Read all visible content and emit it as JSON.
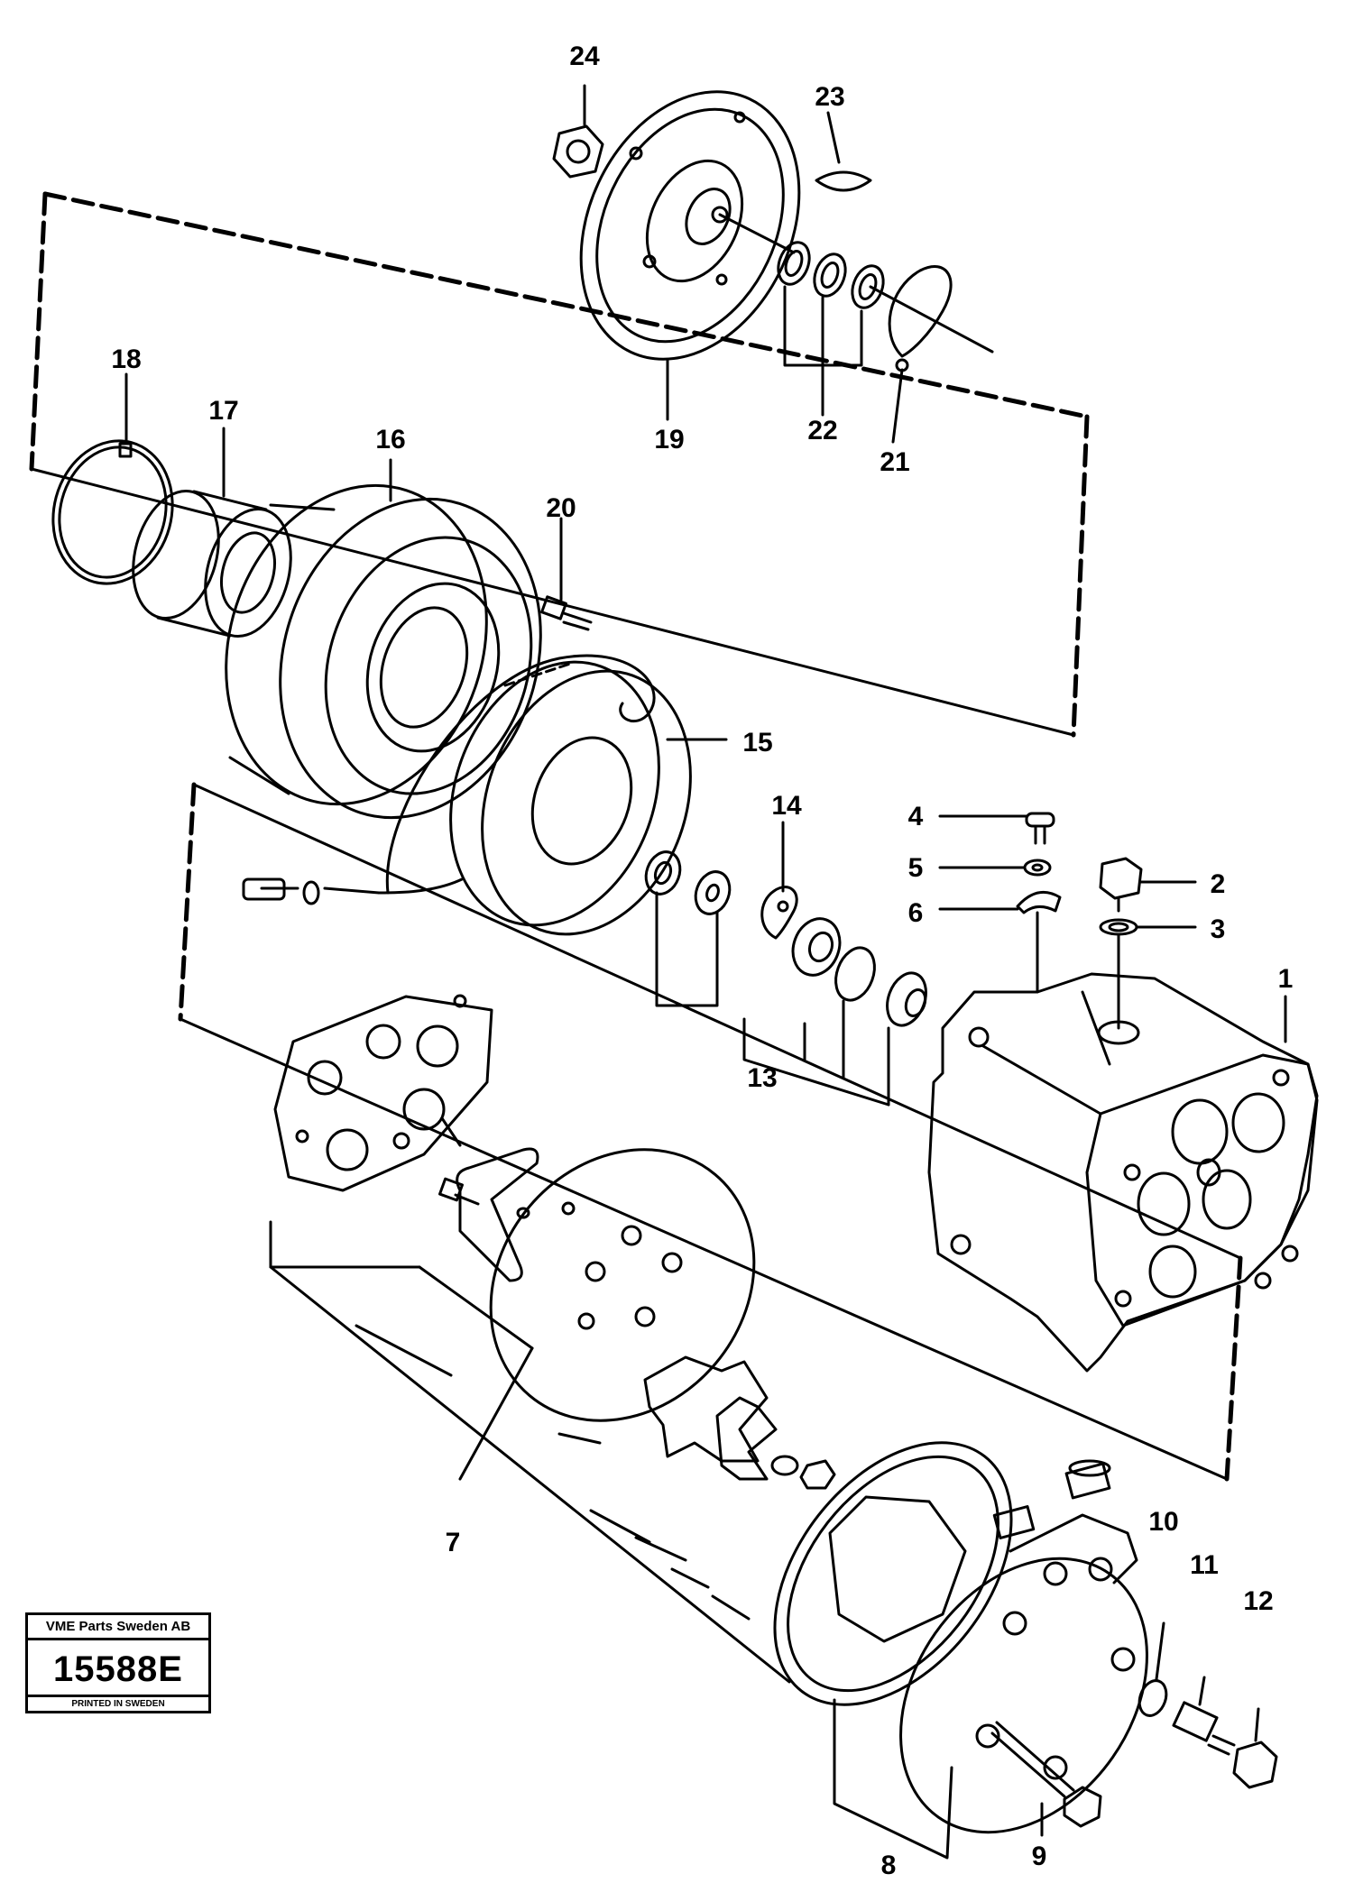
{
  "callouts": {
    "c1": "1",
    "c2": "2",
    "c3": "3",
    "c4": "4",
    "c5": "5",
    "c6": "6",
    "c7": "7",
    "c8": "8",
    "c9": "9",
    "c10": "10",
    "c11": "11",
    "c12": "12",
    "c13": "13",
    "c14": "14",
    "c15": "15",
    "c16": "16",
    "c17": "17",
    "c18": "18",
    "c19": "19",
    "c20": "20",
    "c21": "21",
    "c22": "22",
    "c23": "23",
    "c24": "24"
  },
  "stamp": {
    "company": "VME Parts Sweden AB",
    "number": "15588E",
    "printed": "PRINTED IN SWEDEN"
  }
}
